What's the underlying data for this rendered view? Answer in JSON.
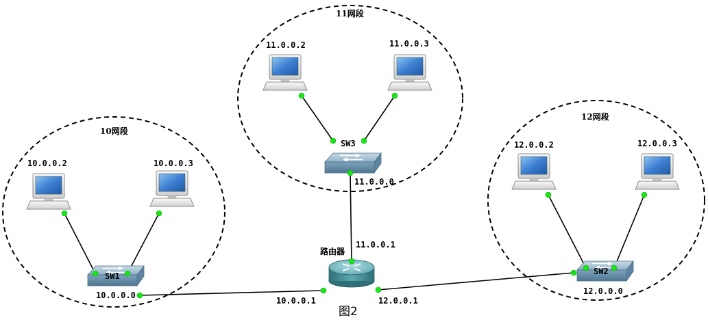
{
  "segments": {
    "seg10": "10网段",
    "seg11": "11网段",
    "seg12": "12网段"
  },
  "switches": {
    "sw1": "SW1",
    "sw2": "SW2",
    "sw3": "SW3"
  },
  "router": {
    "name": "路由器",
    "if10": "10.0.0.1",
    "if11": "11.0.0.1",
    "if12": "12.0.0.1"
  },
  "hosts": {
    "h10a": "10.0.0.2",
    "h10b": "10.0.0.3",
    "h11a": "11.0.0.2",
    "h11b": "11.0.0.3",
    "h12a": "12.0.0.2",
    "h12b": "12.0.0.3"
  },
  "networks": {
    "net10": "10.0.0.0",
    "net11": "11.0.0.0",
    "net12": "12.0.0.0"
  },
  "caption": "图2",
  "colors": {
    "port": "#19e519",
    "device": "#5a8fb0",
    "screen": "#3d7fd1"
  }
}
